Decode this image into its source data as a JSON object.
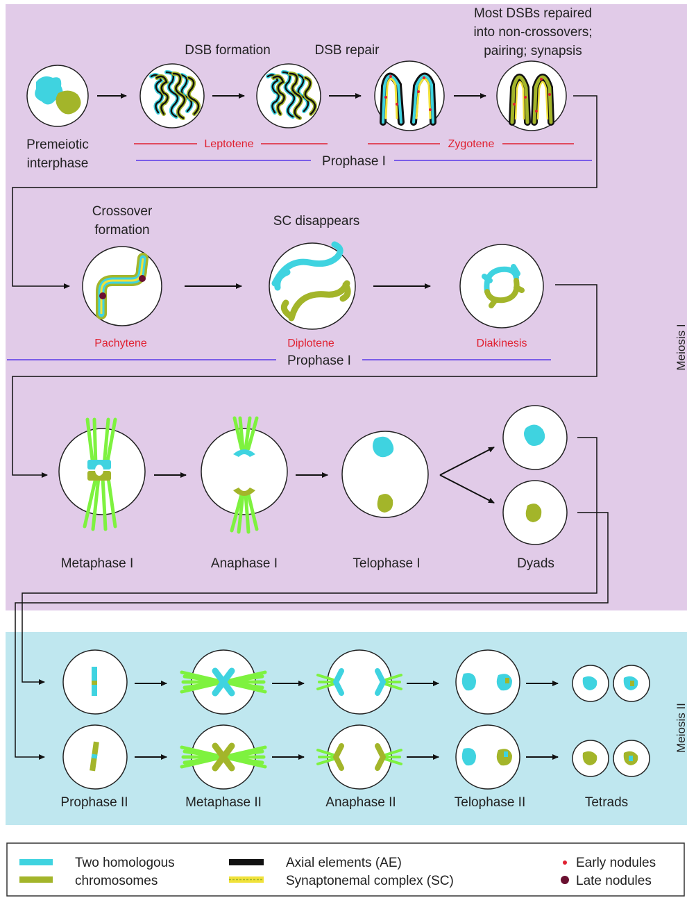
{
  "colors": {
    "meiosis1_bg": "#e1cbe8",
    "meiosis2_bg": "#bfe7ef",
    "homolog_a": "#3fd3e0",
    "homolog_b": "#a3b52a",
    "axial": "#111111",
    "sc": "#f1e23a",
    "spindle": "#7ef23f",
    "early_nodule": "#e02030",
    "late_nodule": "#6a1030",
    "stage_red": "#e02030",
    "prophase_line": "#7a5ce8"
  },
  "sections": {
    "meiosis1": "Meiosis I",
    "meiosis2": "Meiosis II"
  },
  "row1": {
    "note_dsb_formation": "DSB formation",
    "note_dsb_repair": "DSB repair",
    "note_most_line1": "Most DSBs repaired",
    "note_most_line2": "into non-crossovers;",
    "note_most_line3": "pairing; synapsis",
    "premeiotic_line1": "Premeiotic",
    "premeiotic_line2": "interphase",
    "leptotene": "Leptotene",
    "zygotene": "Zygotene",
    "prophase": "Prophase I"
  },
  "row2": {
    "note_crossover_line1": "Crossover",
    "note_crossover_line2": "formation",
    "note_sc_disappears": "SC disappears",
    "pachytene": "Pachytene",
    "diplotene": "Diplotene",
    "diakinesis": "Diakinesis",
    "prophase": "Prophase I"
  },
  "row3": {
    "metaphase1": "Metaphase I",
    "anaphase1": "Anaphase I",
    "telophase1": "Telophase I",
    "dyads": "Dyads"
  },
  "row4": {
    "prophase2": "Prophase II",
    "metaphase2": "Metaphase II",
    "anaphase2": "Anaphase II",
    "telophase2": "Telophase II",
    "tetrads": "Tetrads"
  },
  "legend": {
    "homologous_line1": "Two homologous",
    "homologous_line2": "chromosomes",
    "axial": "Axial elements (AE)",
    "sc": "Synaptonemal complex (SC)",
    "early": "Early nodules",
    "late": "Late nodules"
  }
}
